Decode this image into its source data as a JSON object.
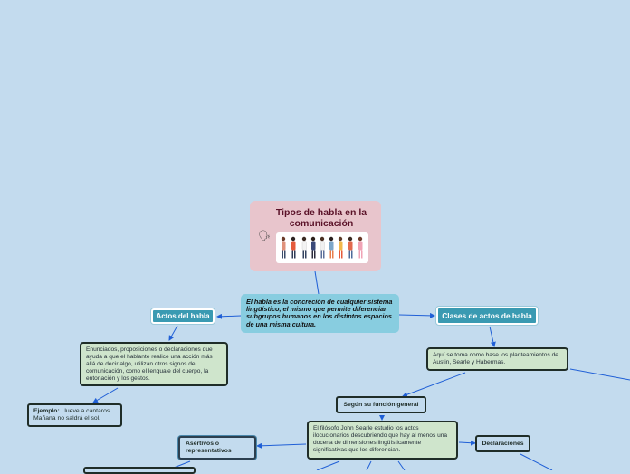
{
  "title": "Tipos de habla en la comunicación",
  "central": "El habla es la concreción de cualquier sistema lingüístico, el mismo que permite diferenciar subgrupos humanos en los distintos espacios de una misma cultura.",
  "nodes": {
    "actos": "Actos del habla",
    "clases": "Clases de actos de habla",
    "enunciados": "Enunciados, proposiciones o declaraciones que ayuda a que el hablante realice una acción más allá de decir algo, utilizan otros signos de comunicación, como el lenguaje del cuerpo, la entonación y los gestos.",
    "aqui": "Aquí se toma como base los planteamientos de Austin, Searle y Habermas.",
    "ejemplo_label": "Ejemplo:",
    "ejemplo_text": "Llueve a cantaros Mañana no saldrá el sol.",
    "segun": "Según su función general",
    "filosofo": "El filósofo John Searle  estudio los actos ilocucionarios descubriendo que hay al menos una docena de dimensiones lingüísticamente significativas que los diferencian.",
    "declaraciones": "Declaraciones",
    "asertivos": "Asertivos o representativos"
  },
  "icons": {
    "speaker": "speaker-icon",
    "image": "people-illustration"
  },
  "colors": {
    "background": "#c3dbee",
    "title_card": "#e8c5cc",
    "title_text": "#5a1228",
    "central": "#88cde0",
    "label_blue": "#3a9ab2",
    "green_box": "#cfe5cc",
    "line": "#1f5fd6"
  }
}
